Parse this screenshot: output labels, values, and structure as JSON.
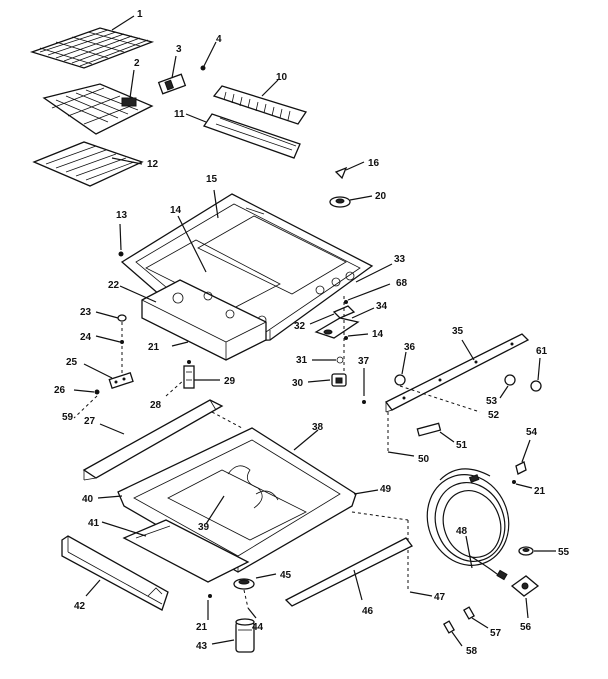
{
  "labels": [
    "1",
    "2",
    "3",
    "4",
    "10",
    "11",
    "12",
    "15",
    "16",
    "20",
    "13",
    "14",
    "33",
    "68",
    "22",
    "34",
    "32",
    "14",
    "23",
    "24",
    "21",
    "25",
    "26",
    "59",
    "35",
    "36",
    "61",
    "37",
    "31",
    "29",
    "28",
    "30",
    "53",
    "52",
    "51",
    "27",
    "38",
    "54",
    "50",
    "21",
    "49",
    "40",
    "41",
    "39",
    "48",
    "55",
    "45",
    "44",
    "42",
    "21",
    "43",
    "46",
    "47",
    "56",
    "57",
    "58"
  ]
}
